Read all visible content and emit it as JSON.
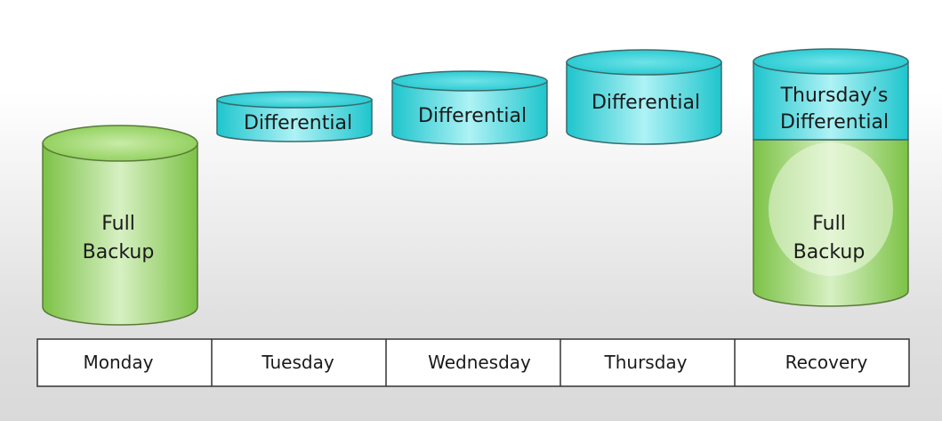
{
  "days": [
    {
      "label": "Monday"
    },
    {
      "label": "Tuesday"
    },
    {
      "label": "Wednesday"
    },
    {
      "label": "Thursday"
    },
    {
      "label": "Recovery"
    }
  ],
  "cylinders": {
    "monday_full": {
      "line1": "Full",
      "line2": "Backup"
    },
    "tuesday_diff": {
      "label": "Differential"
    },
    "wednesday_diff": {
      "label": "Differential"
    },
    "thursday_diff": {
      "label": "Differential"
    },
    "recovery_diff": {
      "line1": "Thursday’s",
      "line2": "Differential"
    },
    "recovery_full": {
      "line1": "Full",
      "line2": "Backup"
    }
  },
  "colors": {
    "full_backup": "#8ccf5c",
    "differential": "#2ecfd6",
    "outline": "#4a4a4a"
  }
}
